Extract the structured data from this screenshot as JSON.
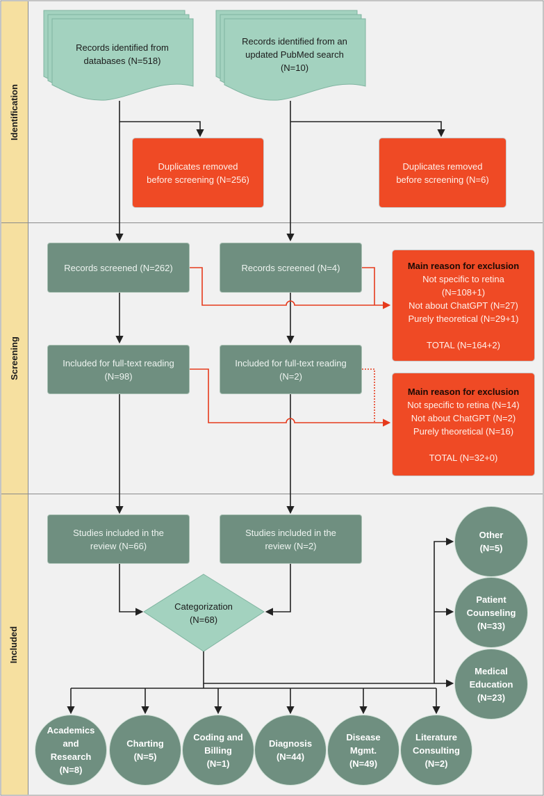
{
  "lanes": {
    "identification": "Identification",
    "screening": "Screening",
    "included": "Included"
  },
  "identification": {
    "db_records": [
      "Records identified from",
      "databases (N=518)"
    ],
    "pubmed_records": [
      "Records identified from an",
      "updated PubMed search",
      "(N=10)"
    ],
    "dup_left": [
      "Duplicates removed",
      "before screening (N=256)"
    ],
    "dup_right": [
      "Duplicates removed",
      "before screening (N=6)"
    ]
  },
  "screening": {
    "screened_left": "Records screened (N=262)",
    "screened_right": "Records screened (N=4)",
    "fulltext_left": [
      "Included for full-text reading",
      "(N=98)"
    ],
    "fulltext_right": [
      "Included for full-text reading",
      "(N=2)"
    ],
    "exclusion_1": {
      "heading": "Main reason for exclusion",
      "lines": [
        "Not specific to retina",
        "(N=108+1)",
        "Not about ChatGPT (N=27)",
        "Purely theoretical (N=29+1)"
      ],
      "total": "TOTAL (N=164+2)"
    },
    "exclusion_2": {
      "heading": "Main reason for exclusion",
      "lines": [
        "Not specific to retina (N=14)",
        "Not about ChatGPT (N=2)",
        "Purely theoretical (N=16)"
      ],
      "total": "TOTAL (N=32+0)"
    }
  },
  "included": {
    "studies_left": [
      "Studies included in the",
      "review (N=66)"
    ],
    "studies_right": [
      "Studies included in the",
      "review (N=2)"
    ],
    "categorization": [
      "Categorization",
      "(N=68)"
    ],
    "categories": [
      {
        "label": [
          "Other",
          "(N=5)"
        ]
      },
      {
        "label": [
          "Patient",
          "Counseling",
          "(N=33)"
        ]
      },
      {
        "label": [
          "Medical",
          "Education",
          "(N=23)"
        ]
      },
      {
        "label": [
          "Academics",
          "and",
          "Research",
          "(N=8)"
        ]
      },
      {
        "label": [
          "Charting",
          "(N=5)"
        ]
      },
      {
        "label": [
          "Coding and",
          "Billing",
          "(N=1)"
        ]
      },
      {
        "label": [
          "Diagnosis",
          "(N=44)"
        ]
      },
      {
        "label": [
          "Disease",
          "Mgmt.",
          "(N=49)"
        ]
      },
      {
        "label": [
          "Literature",
          "Consulting",
          "(N=2)"
        ]
      }
    ]
  },
  "colors": {
    "lane_fill": "#f1f1f1",
    "lane_label_fill": "#f6e0a0",
    "doc_fill": "#a3d2bf",
    "box_green": "#6f8f80",
    "box_red": "#ef4a25",
    "arrow_black": "#222222",
    "arrow_red": "#e63a1c"
  }
}
